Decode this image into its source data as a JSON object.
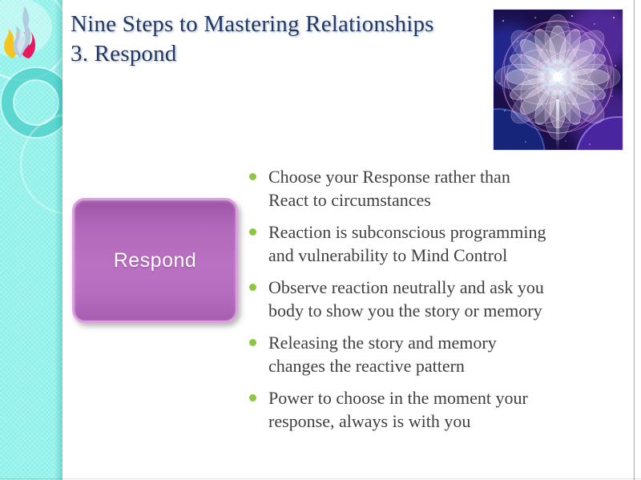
{
  "slide": {
    "title": {
      "line1": "Nine Steps to Mastering Relationships",
      "line2": "3. Respond"
    },
    "shape": {
      "label": "Respond"
    },
    "bullets": [
      "Choose your Response rather than\nReact to circumstances",
      "Reaction is subconscious programming\nand vulnerability to Mind Control",
      "Observe reaction neutrally and ask you\nbody to show you the story or memory",
      "Releasing the story and memory\nchanges the reactive pattern",
      "Power to choose in the moment your\nresponse, always is with you"
    ],
    "icons": {
      "flame": "three-color-flame-logo",
      "mandala": "cosmic-mandala-artwork",
      "bubbles": "sidebar-bubble-circles",
      "bullet": "green-dot-bullet"
    },
    "colors": {
      "title_text": "#1F3864",
      "body_text": "#3F3F3F",
      "bullet_dot": "#8DC63F",
      "sidebar_cyan": "#90F0EA",
      "shape_fill": "#B468BC",
      "shape_border": "#DCA0DF",
      "shape_label_text": "#FFFFFF",
      "flame_yellow": "#F6C51D",
      "flame_blue": "#B0CCDF",
      "flame_pink": "#E9185F"
    }
  }
}
